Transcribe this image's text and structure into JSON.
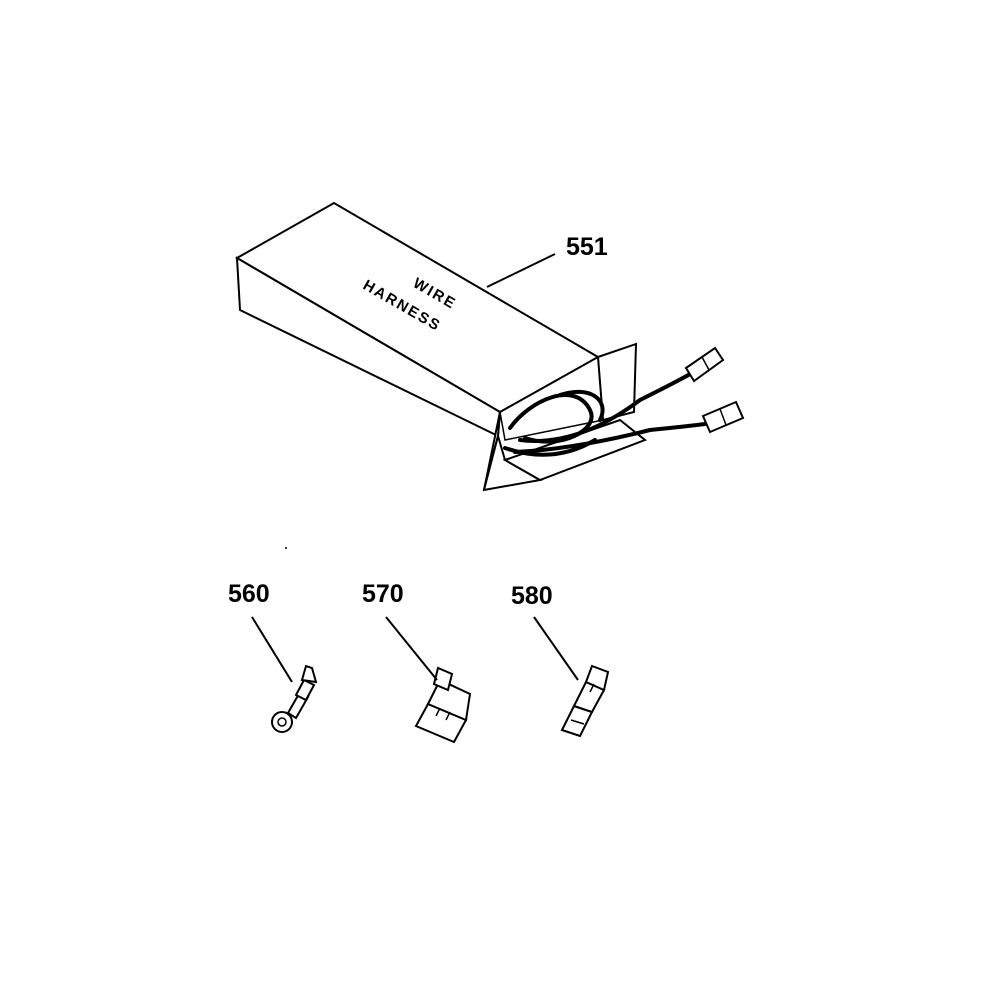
{
  "parts": {
    "harness": {
      "callout": "551",
      "label_line1": "WIRE",
      "label_line2": "HARNESS"
    },
    "terminal_ring": {
      "callout": "560"
    },
    "terminal_flag": {
      "callout": "570"
    },
    "terminal_female": {
      "callout": "580"
    }
  }
}
